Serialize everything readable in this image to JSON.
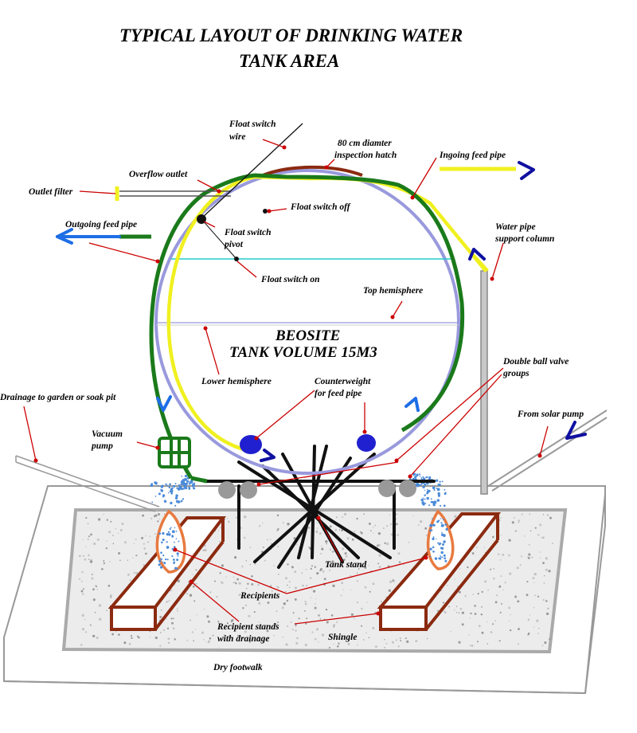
{
  "title": {
    "line1": "TYPICAL LAYOUT OF DRINKING WATER",
    "line2": "TANK AREA"
  },
  "tank": {
    "name": "BEOSITE",
    "volume": "TANK VOLUME 15M3"
  },
  "labels": {
    "float_switch_wire_1": "Float switch",
    "float_switch_wire_2": "wire",
    "inspection_hatch_1": "80 cm diamter",
    "inspection_hatch_2": "inspection hatch",
    "ingoing_feed_pipe": "Ingoing feed pipe",
    "overflow_outlet": "Overflow outlet",
    "outlet_filter": "Outlet filter",
    "float_switch_off": "Float switch off",
    "outgoing_feed_pipe": "Outgoing feed pipe",
    "float_switch_pivot_1": "Float switch",
    "float_switch_pivot_2": "pivot",
    "water_pipe_support_1": "Water pipe",
    "water_pipe_support_2": "support column",
    "float_switch_on": "Float switch on",
    "top_hemisphere": "Top hemisphere",
    "lower_hemisphere": "Lower hemisphere",
    "counterweight_1": "Counterweight",
    "counterweight_2": "for feed pipe",
    "double_ball_valve_1": "Double ball valve",
    "double_ball_valve_2": "groups",
    "drainage": "Drainage to garden or soak pit",
    "from_solar_pump": "From solar pump",
    "vacuum_pump_1": "Vacuum",
    "vacuum_pump_2": "pump",
    "tank_stand": "Tank stand",
    "recipients": "Recipients",
    "recipient_stands_1": "Recipient stands",
    "recipient_stands_2": "with drainage",
    "shingle": "Shingle",
    "dry_footwalk": "Dry footwalk"
  },
  "colors": {
    "outer_pipe": "#1a7a1a",
    "feed_pipe": "#f0f020",
    "tank_wall": "#9999dd",
    "water_level": "#22cccc",
    "leader_line": "#cc0000",
    "flow_arrow_blue": "#1e6ee6",
    "flow_arrow_navy": "#1010a0",
    "ball_valve": "#2020d0",
    "recipient_stand": "#8b2a10",
    "recipient": "#e87a40",
    "water_drops": "#4a8ad8"
  }
}
